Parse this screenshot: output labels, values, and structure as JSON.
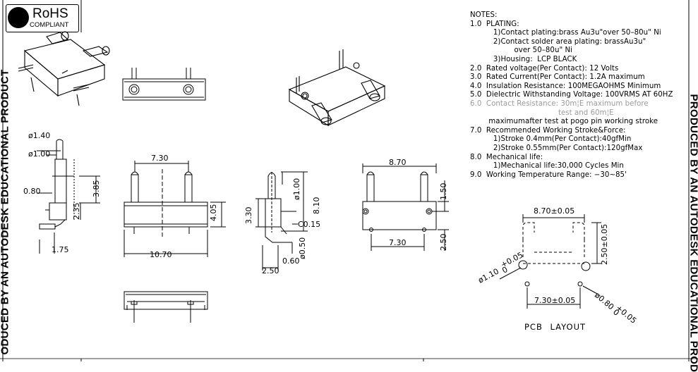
{
  "badge": {
    "main": "RoHS",
    "sub": "COMPLIANT"
  },
  "notes": [
    {
      "text": "NOTES:",
      "faint": false
    },
    {
      "text": "1.0  PLATING:",
      "faint": false
    },
    {
      "text": "          1)Contact plating:brass Au3u\"over 50–80u\" Ni",
      "faint": false
    },
    {
      "text": "          2)Contact solder area plating: brassAu3u\"",
      "faint": false
    },
    {
      "text": "                   over 50–80u\" Ni",
      "faint": false
    },
    {
      "text": "          3)Housing:  LCP BLACK",
      "faint": false
    },
    {
      "text": "2.0  Rated voltage(Per Contact): 12 Volts",
      "faint": false
    },
    {
      "text": "3.0  Rated Current(Per Contact): 1.2A maximum",
      "faint": false
    },
    {
      "text": "4.0  Insulation Resistance: 100MEGAOHMS Minimum",
      "faint": false
    },
    {
      "text": "5.0  Dielectric Withstanding Voltage: 100VRMS AT 60HZ",
      "faint": false
    },
    {
      "text": "6.0  Contact Resistance: 30m¦E maximum before",
      "faint": true
    },
    {
      "text": "                                      test and 60m¦E",
      "faint": true
    },
    {
      "text": "        maximumafter test at pogo pin working stroke",
      "faint": false
    },
    {
      "text": "7.0  Recommended Working Stroke&Force:",
      "faint": false
    },
    {
      "text": "          1)Stroke 0.4mm(Per Contact):40gfMin",
      "faint": false
    },
    {
      "text": "          2)Stroke 0.55mm(Per Contact):120gfMax",
      "faint": false
    },
    {
      "text": "8.0  Mechanical life:",
      "faint": false
    },
    {
      "text": "          1)Mechanical life:30,000 Cycles Min",
      "faint": false
    },
    {
      "text": "9.0  Working Temperature Range: −30~85'",
      "faint": false
    }
  ],
  "watermark": {
    "left": "ODUCED BY AN AUTODESK EDUCATIONAL PRODUCT",
    "right": "PRODUCED BY AN AUTODESK EDUCATIONAL PROD"
  },
  "dims": {
    "d140": "ø1.40",
    "d100a": "ø1.00",
    "v080": "0.80",
    "v385": "3.85",
    "v235": "2.35",
    "v175": "1.75",
    "v730a": "7.30",
    "v405": "4.05",
    "v1070": "10.70",
    "v330": "3.30",
    "d100b": "ø1.00",
    "v810": "8.10",
    "c015": "C0.15",
    "d050": "ø0.50",
    "v060": "0.60",
    "v250a": "2.50",
    "v870": "8.70",
    "v150": "1.50",
    "v730b": "7.30",
    "v250b": "2.50"
  },
  "pcb": {
    "w": "8.70±0.05",
    "h": "2.50±0.05",
    "hole_big": "ø1.10",
    "hole_big_tol": "+0.05",
    "hole_big_tol2": "0",
    "pitch": "7.30±0.05",
    "hole_small": "ø0.80",
    "hole_small_tol": "+0.05",
    "hole_small_tol2": "0",
    "title": "PCB   LAYOUT"
  }
}
